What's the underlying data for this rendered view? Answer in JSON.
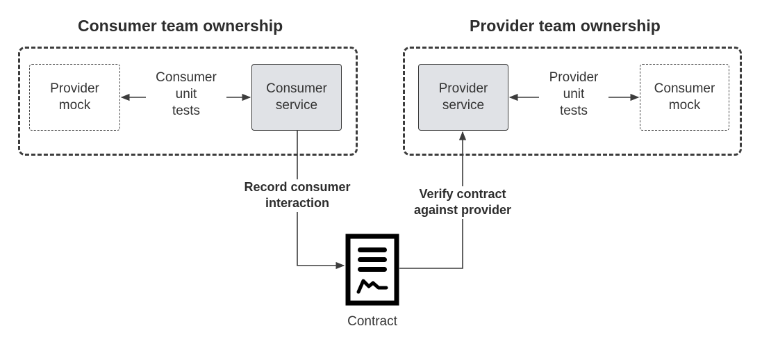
{
  "groups": {
    "consumer": {
      "title": "Consumer team ownership"
    },
    "provider": {
      "title": "Provider team ownership"
    }
  },
  "nodes": {
    "provider_mock": "Provider\nmock",
    "consumer_service": "Consumer\nservice",
    "provider_service": "Provider\nservice",
    "consumer_mock": "Consumer\nmock"
  },
  "edge_labels": {
    "consumer_unit_tests": "Consumer\nunit\ntests",
    "provider_unit_tests": "Provider\nunit\ntests",
    "record_interaction": "Record consumer\ninteraction",
    "verify_contract": "Verify contract\nagainst provider"
  },
  "contract": {
    "label": "Contract",
    "icon": "document-icon"
  },
  "colors": {
    "service_fill": "#e0e2e6",
    "stroke": "#3c3c3c",
    "text": "#333333"
  }
}
